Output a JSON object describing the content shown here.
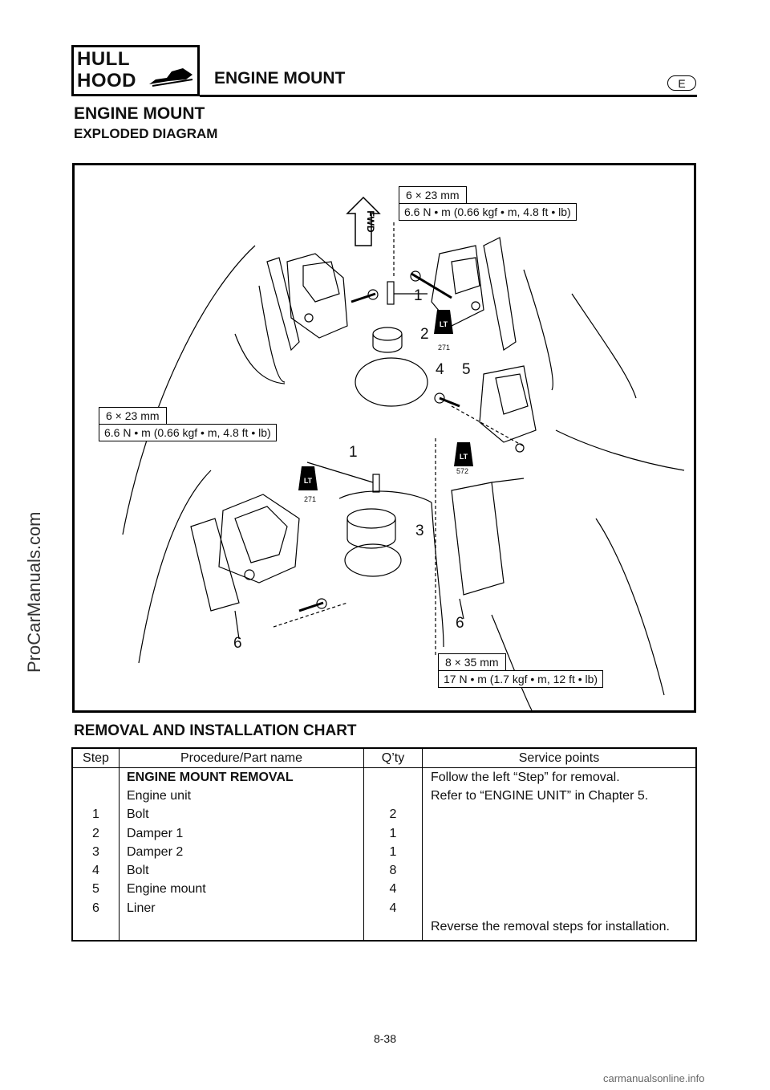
{
  "header": {
    "badge_line1": "HULL",
    "badge_line2": "HOOD",
    "section_title": "ENGINE MOUNT",
    "language": "E"
  },
  "page": {
    "title": "ENGINE MOUNT",
    "subtitle": "EXPLODED DIAGRAM",
    "number": "8-38"
  },
  "watermarks": {
    "side": "ProCarManuals.com",
    "footer": "carmanualsonline.info"
  },
  "diagram": {
    "fwd_label": "FWD",
    "spec_top": {
      "size": "6 × 23 mm",
      "torque": "6.6 N • m (0.66 kgf • m, 4.8 ft • lb)"
    },
    "spec_left": {
      "size": "6 × 23 mm",
      "torque": "6.6 N • m (0.66 kgf • m, 4.8 ft • lb)"
    },
    "spec_bottom": {
      "size": "8 × 35 mm",
      "torque": "17 N • m (1.7 kgf • m, 12 ft • lb)"
    },
    "callouts": [
      "1",
      "2",
      "4",
      "5",
      "1",
      "3",
      "6",
      "6"
    ],
    "lt_symbol": "LT",
    "lt_codes": [
      "271",
      "572",
      "271"
    ]
  },
  "chart": {
    "title": "REMOVAL AND INSTALLATION CHART",
    "headers": [
      "Step",
      "Procedure/Part name",
      "Q’ty",
      "Service points"
    ],
    "rows": [
      {
        "step": "",
        "part": "ENGINE MOUNT REMOVAL",
        "qty": "",
        "service": "Follow the left “Step” for removal."
      },
      {
        "step": "",
        "part": "Engine unit",
        "qty": "",
        "service": "Refer to “ENGINE UNIT” in Chapter 5."
      },
      {
        "step": "1",
        "part": "Bolt",
        "qty": "2",
        "service": ""
      },
      {
        "step": "2",
        "part": "Damper 1",
        "qty": "1",
        "service": ""
      },
      {
        "step": "3",
        "part": "Damper 2",
        "qty": "1",
        "service": ""
      },
      {
        "step": "4",
        "part": "Bolt",
        "qty": "8",
        "service": ""
      },
      {
        "step": "5",
        "part": "Engine mount",
        "qty": "4",
        "service": ""
      },
      {
        "step": "6",
        "part": "Liner",
        "qty": "4",
        "service": ""
      },
      {
        "step": "",
        "part": "",
        "qty": "",
        "service": "Reverse the removal steps for installation."
      }
    ]
  }
}
